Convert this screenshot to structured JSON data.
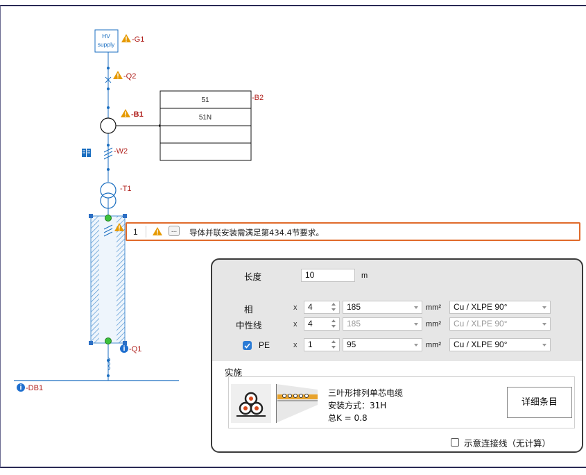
{
  "diagram": {
    "hv_line1": "HV",
    "hv_line2": "supply",
    "labels": {
      "g1": "-G1",
      "q2": "-Q2",
      "b1": "-B1",
      "b2": "-B2",
      "w2": "-W2",
      "t1": "-T1",
      "q1": "-Q1",
      "db1": "-DB1"
    },
    "protection_table": [
      "51",
      "51N",
      "",
      ""
    ]
  },
  "error_bar": {
    "index": "1",
    "dots": "...",
    "message": "导体并联安装需满足第434.4节要求。"
  },
  "panel": {
    "length_label": "长度",
    "length_value": "10",
    "length_unit": "m",
    "x": "x",
    "mm2": "mm²",
    "rows": [
      {
        "label": "相",
        "count": "4",
        "section": "185",
        "material": "Cu / XLPE 90°"
      },
      {
        "label": "中性线",
        "count": "4",
        "section": "185",
        "material": "Cu / XLPE 90°"
      },
      {
        "label": "PE",
        "count": "1",
        "section": "95",
        "material": "Cu / XLPE 90°"
      }
    ],
    "implementation_label": "实施",
    "impl": {
      "line1": "三叶形排列单芯电缆",
      "line2": "安装方式：31H",
      "line3": "总K = 0.8"
    },
    "details_button": "详细条目",
    "schematic_label": "示意连接线（无计算）"
  },
  "colors": {
    "line_blue": "#1a6ec0",
    "label_red": "#b0201c",
    "warning_orange": "#e69a00",
    "error_border": "#e06a2a",
    "check_blue": "#2b7bd5"
  }
}
